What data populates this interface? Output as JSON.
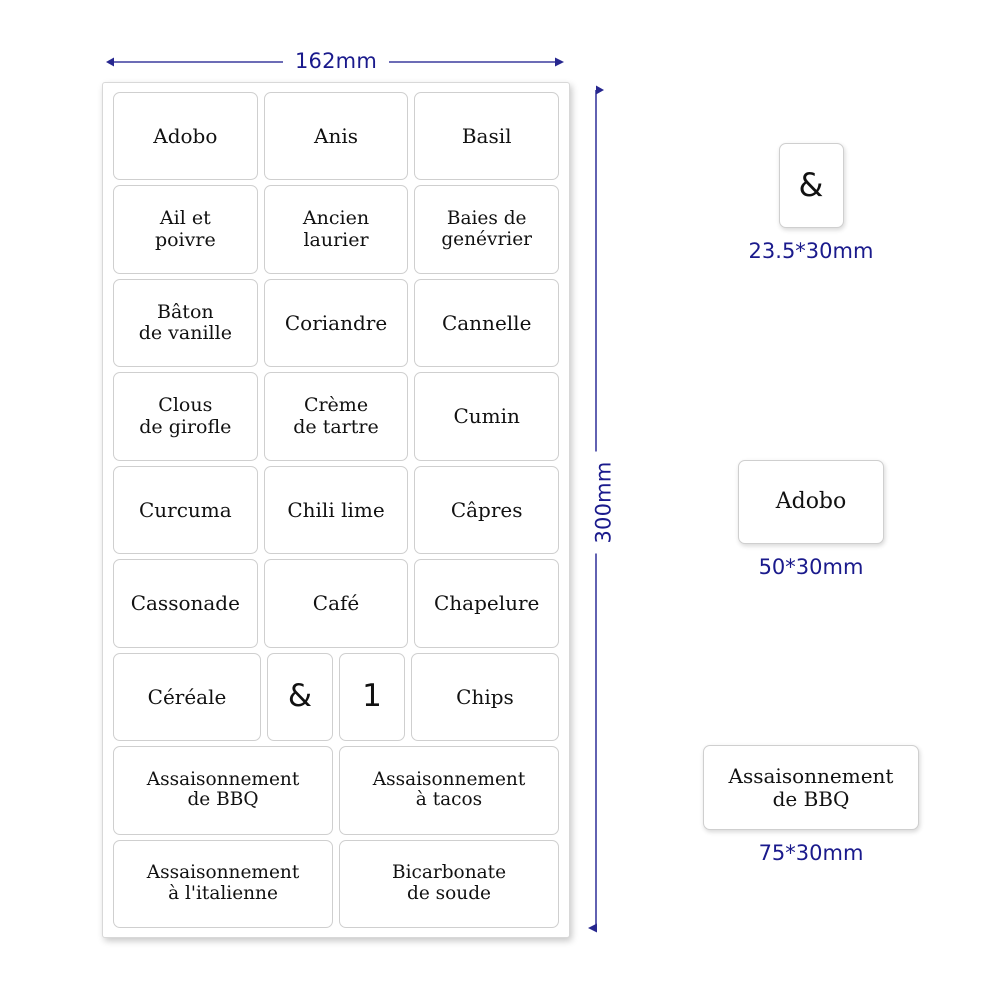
{
  "colors": {
    "dimension_blue": "#1a1a8c",
    "arrow_blue": "#3b3b9e",
    "label_border": "#cfcfcf",
    "sheet_border": "#d8d8d8",
    "text": "#111111",
    "background": "#ffffff"
  },
  "dimensions": {
    "width_label": "162mm",
    "height_label": "300mm"
  },
  "sheet": {
    "rows": [
      {
        "cells": [
          {
            "text": "Adobo",
            "size": "std"
          },
          {
            "text": "Anis",
            "size": "std"
          },
          {
            "text": "Basil",
            "size": "std"
          }
        ]
      },
      {
        "cells": [
          {
            "text": "Ail  et\npoivre",
            "size": "std"
          },
          {
            "text": "Ancien\nlaurier",
            "size": "std"
          },
          {
            "text": "Baies de\ngenévrier",
            "size": "std"
          }
        ]
      },
      {
        "cells": [
          {
            "text": "Bâton\nde vanille",
            "size": "std"
          },
          {
            "text": "Coriandre",
            "size": "std"
          },
          {
            "text": "Cannelle",
            "size": "std"
          }
        ]
      },
      {
        "cells": [
          {
            "text": "Clous\nde girofle",
            "size": "std"
          },
          {
            "text": "Crème\nde tartre",
            "size": "std"
          },
          {
            "text": "Cumin",
            "size": "std"
          }
        ]
      },
      {
        "cells": [
          {
            "text": "Curcuma",
            "size": "std"
          },
          {
            "text": "Chili lime",
            "size": "std"
          },
          {
            "text": "Câpres",
            "size": "std"
          }
        ]
      },
      {
        "cells": [
          {
            "text": "Cassonade",
            "size": "std"
          },
          {
            "text": "Café",
            "size": "std"
          },
          {
            "text": "Chapelure",
            "size": "std"
          }
        ]
      },
      {
        "cells": [
          {
            "text": "Céréale",
            "size": "std"
          },
          {
            "text": "&",
            "size": "narrow"
          },
          {
            "text": "1",
            "size": "narrow"
          },
          {
            "text": "Chips",
            "size": "std"
          }
        ]
      },
      {
        "cells": [
          {
            "text": "Assaisonnement\nde BBQ",
            "size": "wide"
          },
          {
            "text": "Assaisonnement\nà tacos",
            "size": "wide"
          }
        ]
      },
      {
        "cells": [
          {
            "text": "Assaisonnement\nà l'italienne",
            "size": "wide"
          },
          {
            "text": "Bicarbonate\nde soude",
            "size": "wide"
          }
        ]
      }
    ]
  },
  "samples": [
    {
      "id": "amp",
      "text": "&",
      "caption": "23.5*30mm"
    },
    {
      "id": "adobo",
      "text": "Adobo",
      "caption": "50*30mm"
    },
    {
      "id": "bbq",
      "text": "Assaisonnement\nde BBQ",
      "caption": "75*30mm"
    }
  ]
}
